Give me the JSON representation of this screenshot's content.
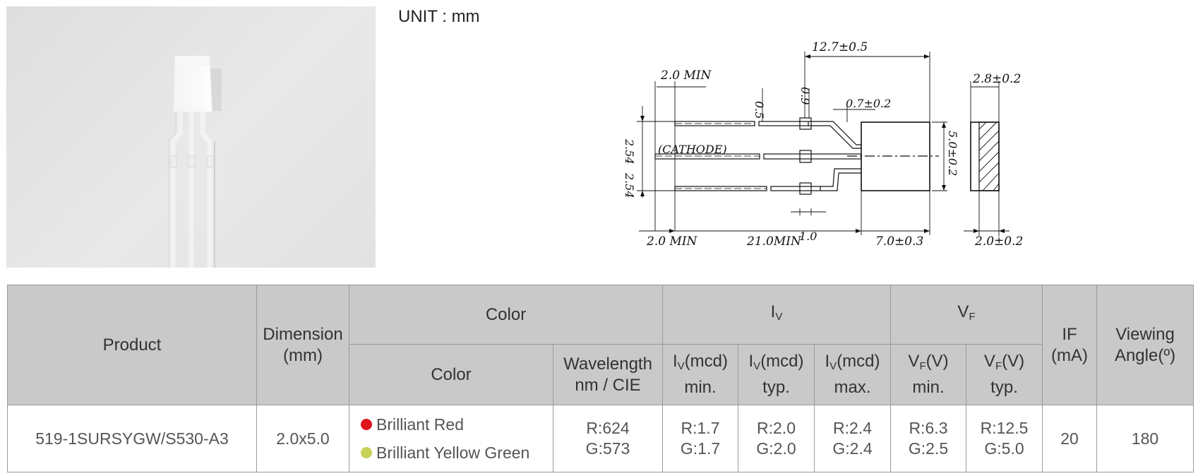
{
  "unit_label": "UNIT : mm",
  "drawing": {
    "dim_top_length": "12.7±0.5",
    "dim_lead_min_top": "2.0 MIN",
    "dim_lead_thickness": "0.5",
    "dim_lead_width": "0.9",
    "dim_standoff": "0.7±0.2",
    "dim_pitch_1": "2.54",
    "dim_pitch_2": "2.54",
    "cathode_label": "(CATHODE)",
    "dim_body_height": "5.0±0.2",
    "dim_side_width": "2.8±0.2",
    "dim_side_thickness": "2.0±0.2",
    "dim_lead_min_bottom": "2.0 MIN",
    "dim_lead_length": "21.0MIN",
    "dim_shoulder": "1.0",
    "dim_body_length": "7.0±0.3"
  },
  "table": {
    "headers": {
      "product": "Product",
      "dimension_1": "Dimension",
      "dimension_2": "(mm)",
      "color_group": "Color",
      "iv_group": "I",
      "iv_group_sub": "V",
      "vf_group": "V",
      "vf_group_sub": "F",
      "if_1": "IF",
      "if_2": "(mA)",
      "viewing_1": "Viewing",
      "viewing_2": "Angle(º)",
      "color": "Color",
      "wavelength_1": "Wavelength",
      "wavelength_2": "nm / CIE",
      "iv_main": "I",
      "iv_sub": "V",
      "iv_unit": "(mcd)",
      "iv_min": "min.",
      "iv_typ": "typ.",
      "iv_max": "max.",
      "vf_main": "V",
      "vf_sub": "F",
      "vf_unit": "(V)",
      "vf_min": "min.",
      "vf_typ": "typ."
    },
    "row": {
      "product": "519-1SURSYGW/S530-A3",
      "dimension": "2.0x5.0",
      "colors": [
        {
          "name": "Brilliant Red",
          "dot_color": "#e0141b"
        },
        {
          "name": "Brilliant Yellow Green",
          "dot_color": "#c8d158"
        }
      ],
      "wavelength": [
        "R:624",
        "G:573"
      ],
      "iv_min": [
        "R:1.7",
        "G:1.7"
      ],
      "iv_typ": [
        "R:2.0",
        "G:2.0"
      ],
      "iv_max": [
        "R:2.4",
        "G:2.4"
      ],
      "vf_min": [
        "R:6.3",
        "G:2.5"
      ],
      "vf_typ": [
        "R:12.5",
        "G:5.0"
      ],
      "if": "20",
      "viewing_angle": "180"
    }
  }
}
